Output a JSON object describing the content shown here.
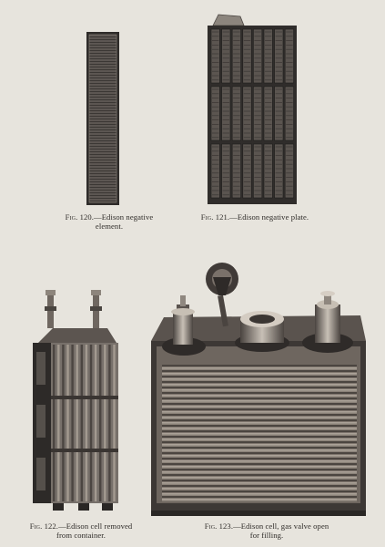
{
  "figures": [
    {
      "number": "Fig. 120.",
      "caption_line1": "—Edison negative",
      "caption_line2": "element."
    },
    {
      "number": "Fig. 121.",
      "caption_line1": "—Edison negative plate.",
      "caption_line2": ""
    },
    {
      "number": "Fig. 122.",
      "caption_line1": "—Edison cell removed",
      "caption_line2": "from container."
    },
    {
      "number": "Fig. 123.",
      "caption_line1": "—Edison cell, gas valve open",
      "caption_line2": "for filling."
    }
  ],
  "colors": {
    "paper": "#e7e4dd",
    "ink": "#2e2b28",
    "metal_dark": "#3a3634",
    "metal_mid": "#6a625b",
    "metal_light": "#a9a097"
  }
}
